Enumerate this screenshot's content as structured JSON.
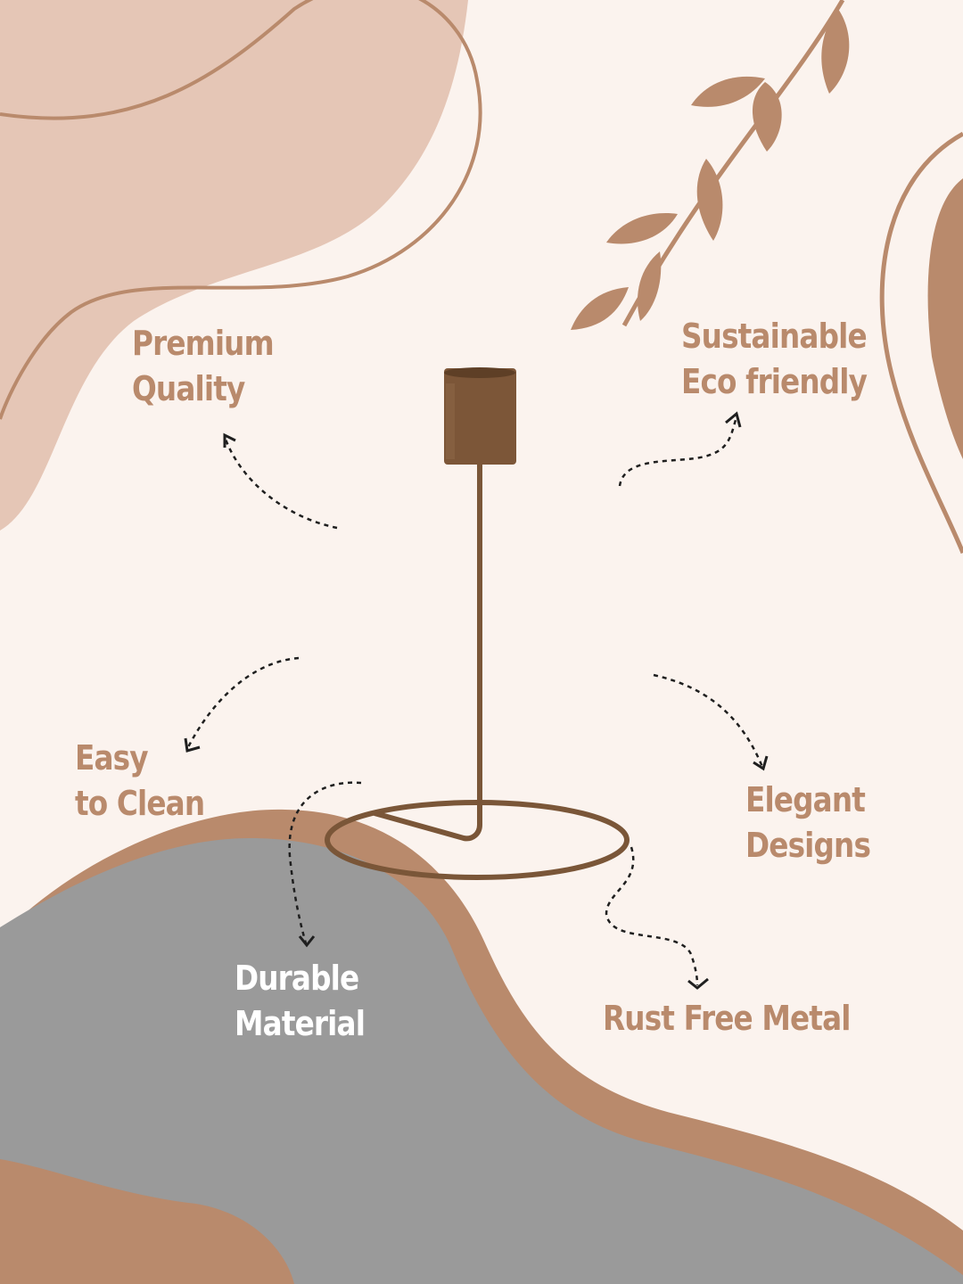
{
  "colors": {
    "background": "#fbf3ee",
    "blush": "#e5c6b6",
    "tan": "#b98a6c",
    "grey": "#9a9a9a",
    "white": "#ffffff",
    "bronze": "#7a5638"
  },
  "features": {
    "premium_quality": {
      "line1": "Premium",
      "line2": "Quality"
    },
    "sustainable": {
      "line1": "Sustainable",
      "line2": "Eco friendly"
    },
    "easy_clean": {
      "line1": "Easy",
      "line2": "to Clean"
    },
    "elegant": {
      "line1": "Elegant",
      "line2": "Designs"
    },
    "durable": {
      "line1": "Durable",
      "line2": "Material"
    },
    "rust_free": {
      "line1": "Rust Free Metal"
    }
  },
  "product": {
    "icon": "candle-holder-icon"
  }
}
